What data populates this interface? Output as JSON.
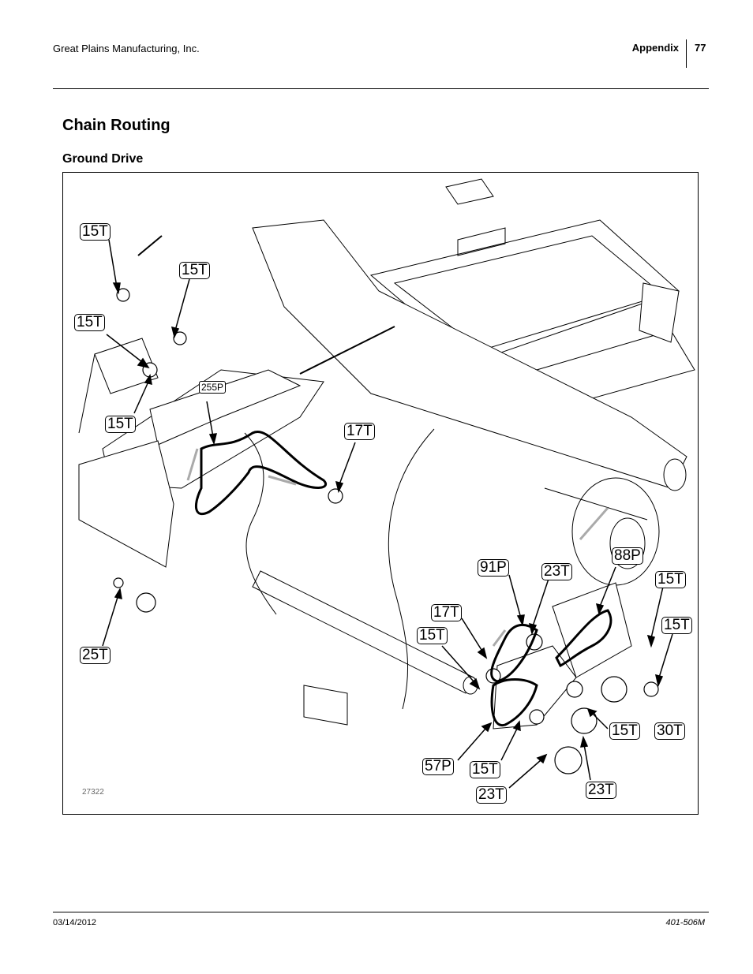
{
  "header": {
    "company": "Great Plains Manufacturing, Inc.",
    "section": "Appendix",
    "page_number": "77"
  },
  "title": "Chain Routing",
  "subtitle": "Ground Drive",
  "figure": {
    "figure_id": "27322",
    "callouts": {
      "c1": "15T",
      "c2": "15T",
      "c3": "15T",
      "c4": "15T",
      "c5": "255P",
      "c6": "17T",
      "c7": "25T",
      "c8": "91P",
      "c9": "23T",
      "c10": "88P",
      "c11": "15T",
      "c12": "15T",
      "c13": "17T",
      "c14": "15T",
      "c15": "15T",
      "c16": "30T",
      "c17": "57P",
      "c18": "15T",
      "c19": "23T",
      "c20": "23T"
    }
  },
  "footer": {
    "date": "03/14/2012",
    "doc_number": "401-506M"
  }
}
